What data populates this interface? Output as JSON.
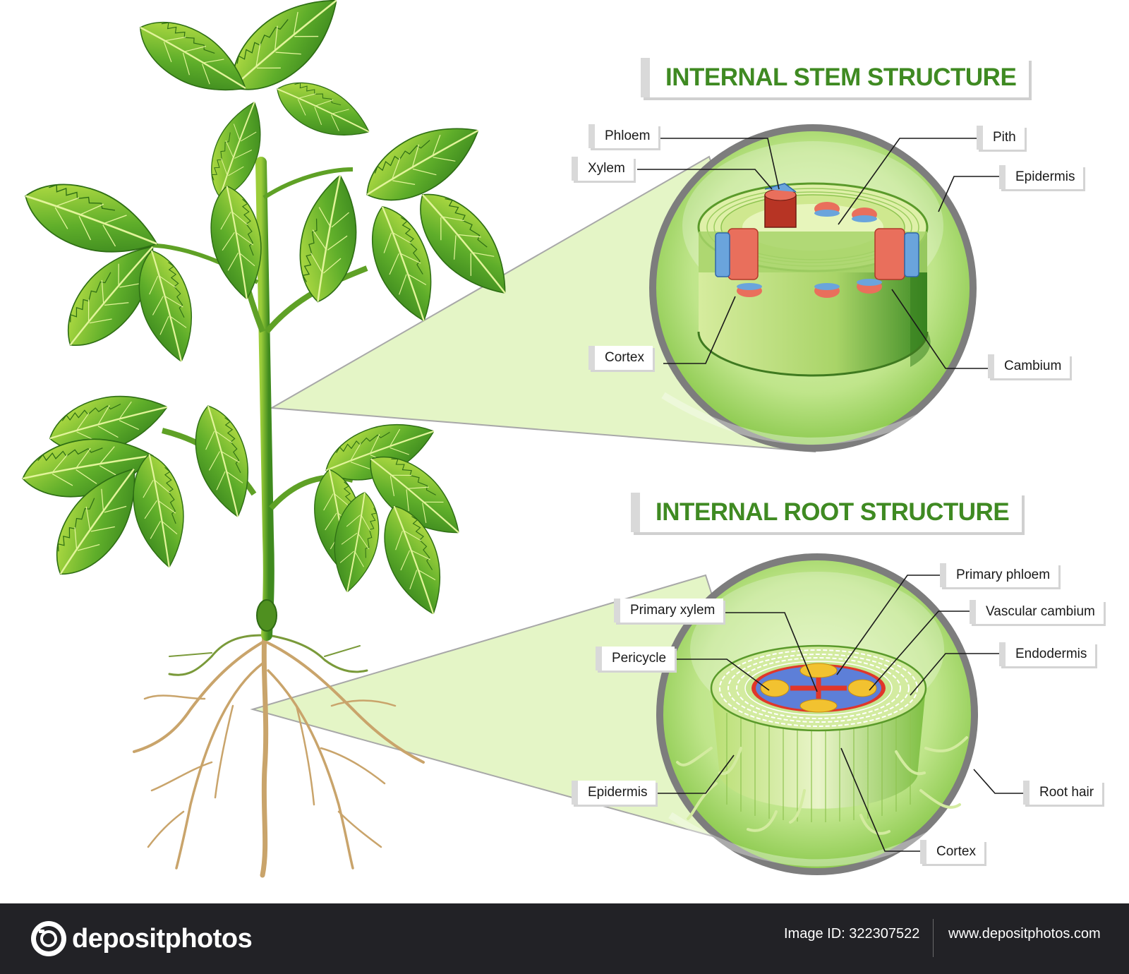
{
  "stem_title": "INTERNAL STEM STRUCTURE",
  "root_title": "INTERNAL ROOT STRUCTURE",
  "stem_labels": {
    "phloem": "Phloem",
    "xylem": "Xylem",
    "pith": "Pith",
    "epidermis": "Epidermis",
    "cortex": "Cortex",
    "cambium": "Cambium"
  },
  "root_labels": {
    "primary_phloem": "Primary phloem",
    "primary_xylem": "Primary xylem",
    "vascular_cambium": "Vascular cambium",
    "pericycle": "Pericycle",
    "endodermis": "Endodermis",
    "epidermis": "Epidermis",
    "root_hair": "Root hair",
    "cortex": "Cortex"
  },
  "footer": {
    "brand": "depositphotos",
    "image_id": "Image ID: 322307522",
    "site": "www.depositphotos.com"
  },
  "colors": {
    "title_green": "#3f8a22",
    "zoom_cone": "#e4f5c6",
    "footer_bg": "#222226"
  }
}
